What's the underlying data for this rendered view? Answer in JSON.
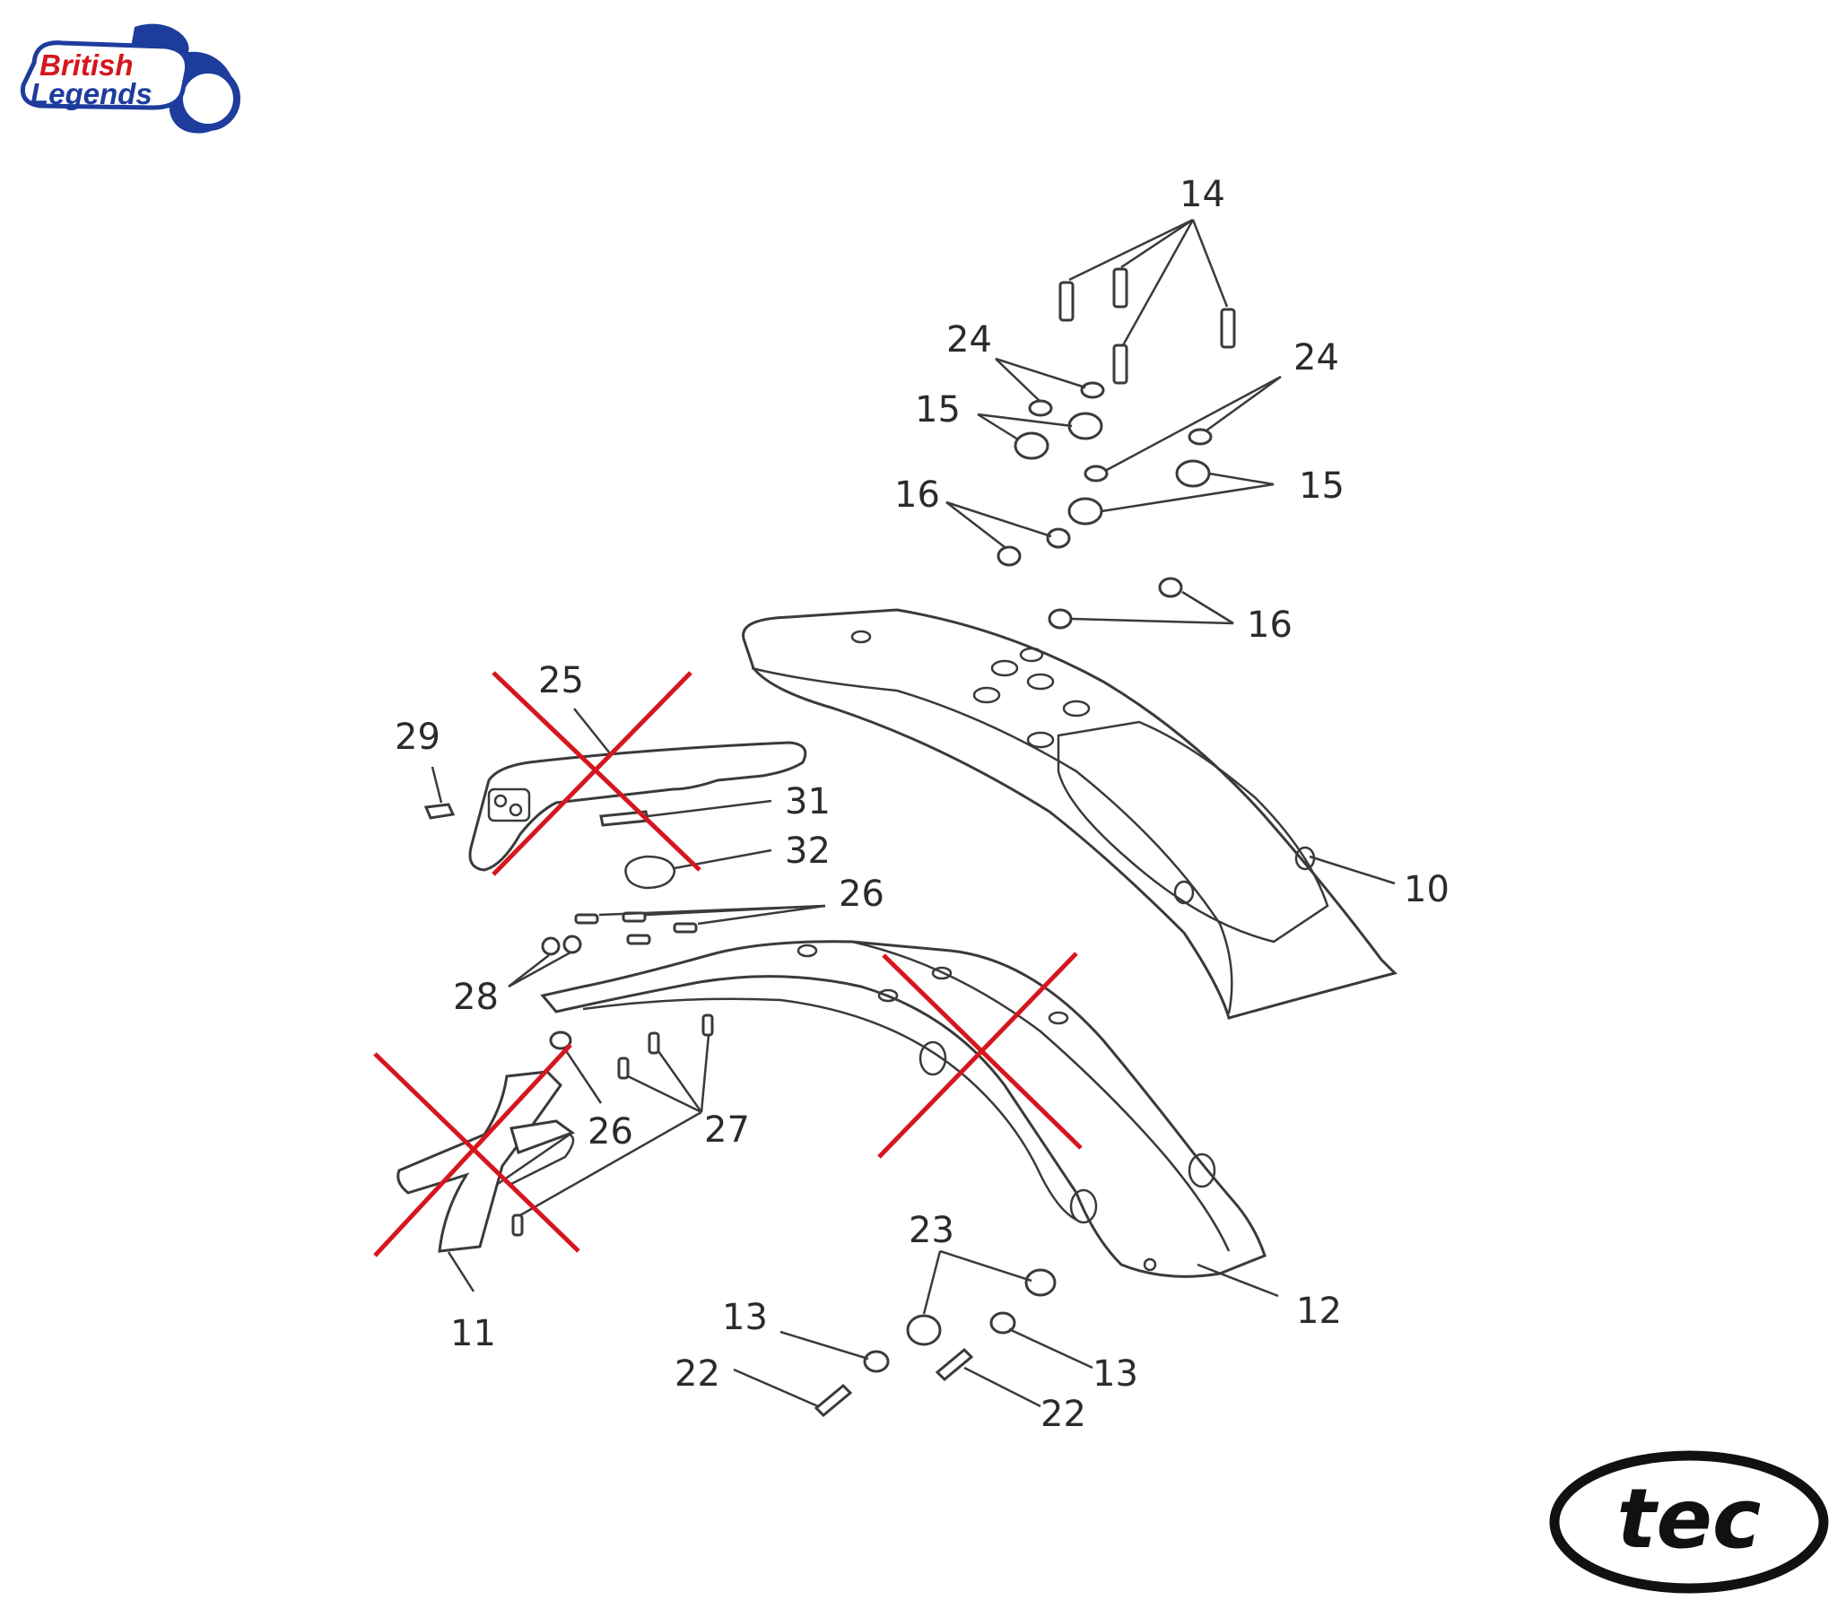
{
  "brand_logo": {
    "line1": "British",
    "line2": "Legends",
    "color_red": "#d6161f",
    "color_blue": "#1d3c9c"
  },
  "maker_logo": {
    "text": "tec"
  },
  "cross_color": "#d6161f",
  "part_numbers": {
    "n10": "10",
    "n11": "11",
    "n12": "12",
    "n13a": "13",
    "n13b": "13",
    "n14": "14",
    "n15a": "15",
    "n15b": "15",
    "n16a": "16",
    "n16b": "16",
    "n22a": "22",
    "n22b": "22",
    "n23": "23",
    "n24a": "24",
    "n24b": "24",
    "n25": "25",
    "n26a": "26",
    "n26b": "26",
    "n27": "27",
    "n28": "28",
    "n29": "29",
    "n31": "31",
    "n32": "32"
  },
  "crossed_out_parts": [
    "25",
    "11",
    "12"
  ]
}
